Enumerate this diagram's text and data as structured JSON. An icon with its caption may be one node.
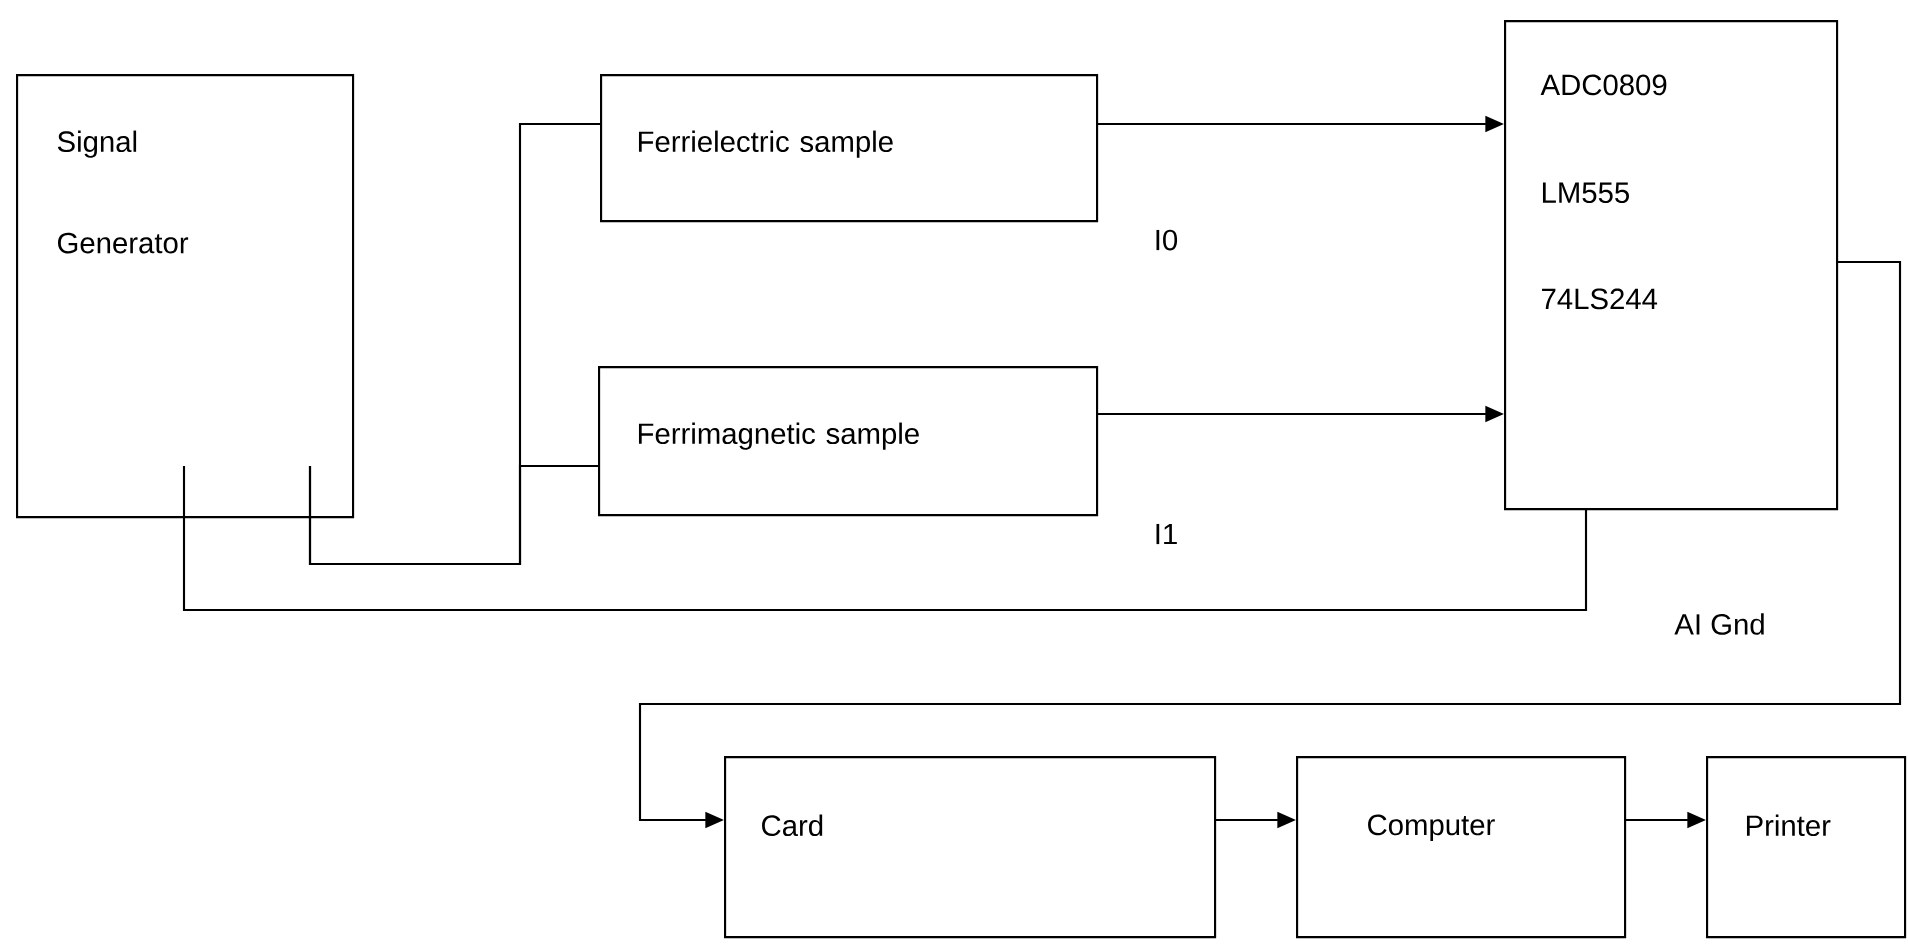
{
  "diagram": {
    "nodes": [
      {
        "text": [
          "Signal Generator"
        ]
      },
      {
        "text": [
          "Ferrielectric sample"
        ]
      },
      {
        "text": [
          "Ferrimagnetic sample"
        ]
      },
      {
        "text": [
          "ADC0809",
          "LM555",
          "74LS244"
        ]
      },
      {
        "text": [
          "Card"
        ]
      },
      {
        "text": [
          "Computer"
        ]
      },
      {
        "text": [
          "Printer"
        ]
      }
    ],
    "edges": [
      {
        "from": 0,
        "to": 1,
        "arrow": "none"
      },
      {
        "from": 0,
        "to": 2,
        "arrow": "none"
      },
      {
        "from": 1,
        "to": 3,
        "arrow": "to",
        "label": "I0"
      },
      {
        "from": 2,
        "to": 3,
        "arrow": "to",
        "label": "I1"
      },
      {
        "from": 3,
        "to": 0,
        "arrow": "none",
        "label": "AI Gnd"
      },
      {
        "from": 3,
        "to": 4,
        "arrow": "to"
      },
      {
        "from": 4,
        "to": 5,
        "arrow": "to"
      },
      {
        "from": 5,
        "to": 6,
        "arrow": "to"
      }
    ]
  }
}
